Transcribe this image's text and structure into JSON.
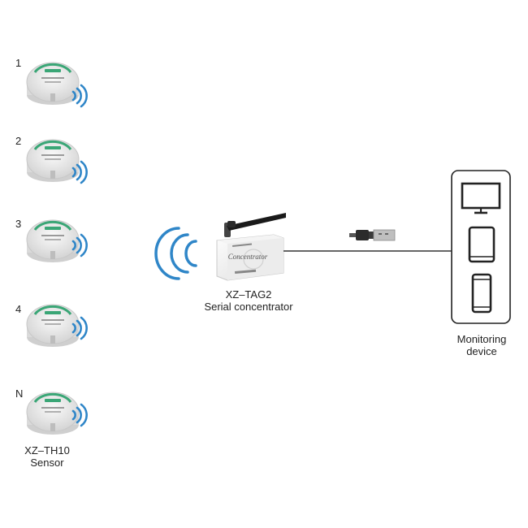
{
  "sensors": [
    {
      "label": "1"
    },
    {
      "label": "2"
    },
    {
      "label": "3"
    },
    {
      "label": "4"
    },
    {
      "label": "N"
    }
  ],
  "sensor_caption": {
    "line1": "XZ–TH10",
    "line2": "Sensor"
  },
  "concentrator": {
    "device_text": "Concentrator",
    "caption_line1": "XZ–TAG2",
    "caption_line2": "Serial concentrator"
  },
  "monitoring": {
    "caption_line1": "Monitoring",
    "caption_line2": "device"
  },
  "colors": {
    "wifi": "#2f86c8",
    "line": "#333333",
    "sensor_body": "#e9e9e9",
    "sensor_accent": "#3aa676",
    "device_outline": "#222222"
  },
  "icons": [
    "sensor-icon",
    "wifi-waves-icon",
    "antenna-icon",
    "usb-plug-icon",
    "tv-monitor-icon",
    "tablet-icon",
    "phone-icon"
  ]
}
